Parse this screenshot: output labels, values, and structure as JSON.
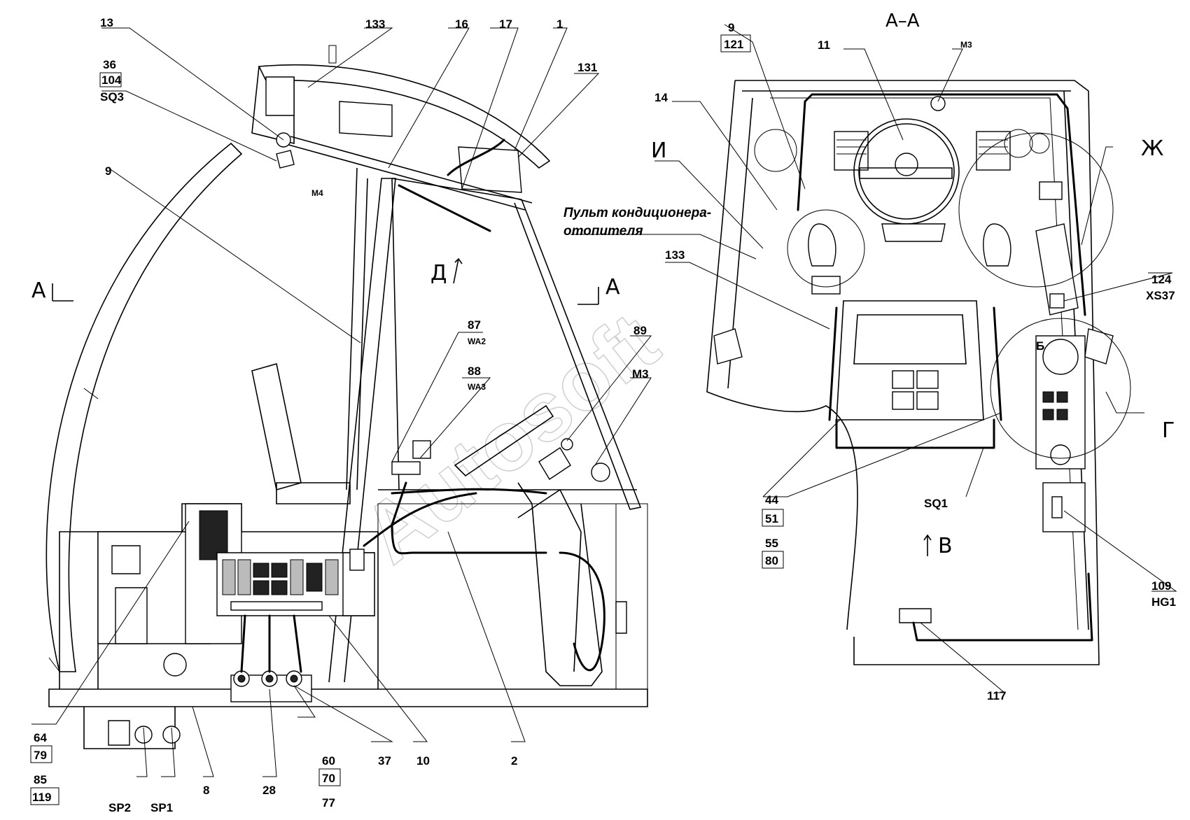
{
  "watermark": "Autosoft",
  "sections": {
    "aa": "А–А"
  },
  "view_marks": {
    "a_left": "А",
    "a_right": "А",
    "d": "Д",
    "b_arrow": "В",
    "b_letter": "Б"
  },
  "circle_letters": {
    "zh": "Ж",
    "i": "И",
    "g": "Г"
  },
  "callout": {
    "line1": "Пульт кондиционера-",
    "line2": "отопителя"
  },
  "labels_left": {
    "p13": "13",
    "p133": "133",
    "p16": "16",
    "p17": "17",
    "p1": "1",
    "p131": "131",
    "p36": "36",
    "p104": "104",
    "sq3": "SQ3",
    "m4": "M4",
    "p9": "9",
    "p87": "87",
    "wa2": "WA2",
    "p88": "88",
    "wa3": "WA3",
    "p89": "89",
    "m3": "M3",
    "p64": "64",
    "p79": "79",
    "p85": "85",
    "p119": "119",
    "sp2": "SP2",
    "sp1": "SP1",
    "p8": "8",
    "p28": "28",
    "p60": "60",
    "p70": "70",
    "p77": "77",
    "p37": "37",
    "p10": "10",
    "p2": "2"
  },
  "labels_right": {
    "p9": "9",
    "p121": "121",
    "p14": "14",
    "p11": "11",
    "m3": "M3",
    "p133": "133",
    "p124": "124",
    "xs37": "XS37",
    "p44": "44",
    "p51": "51",
    "p55": "55",
    "p80": "80",
    "sq1": "SQ1",
    "p109": "109",
    "hg1": "HG1",
    "p117": "117"
  }
}
